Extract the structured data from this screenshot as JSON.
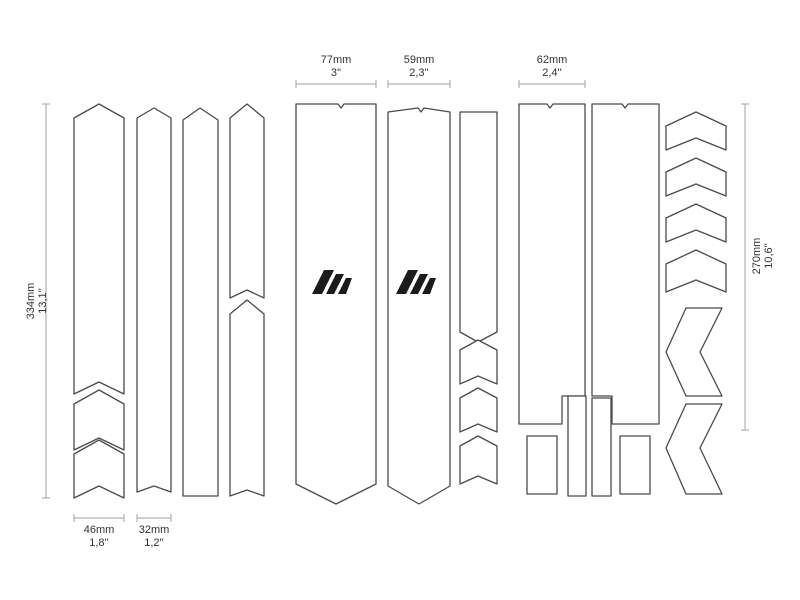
{
  "dimensions": {
    "height_total": {
      "mm": "334mm",
      "inch": "13,1''"
    },
    "width_a": {
      "mm": "46mm",
      "inch": "1,8''"
    },
    "width_b": {
      "mm": "32mm",
      "inch": "1,2''"
    },
    "width_c": {
      "mm": "77mm",
      "inch": "3''"
    },
    "width_d": {
      "mm": "59mm",
      "inch": "2,3''"
    },
    "width_e": {
      "mm": "62mm",
      "inch": "2,4''"
    },
    "height_right": {
      "mm": "270mm",
      "inch": "10,6''"
    }
  },
  "colors": {
    "outline": "#4a4a4a",
    "dimension_line": "#b0b0b0",
    "logo": "#1b1b1b",
    "background": "#ffffff"
  },
  "icons": {
    "logo": "brand-logo-icon"
  }
}
